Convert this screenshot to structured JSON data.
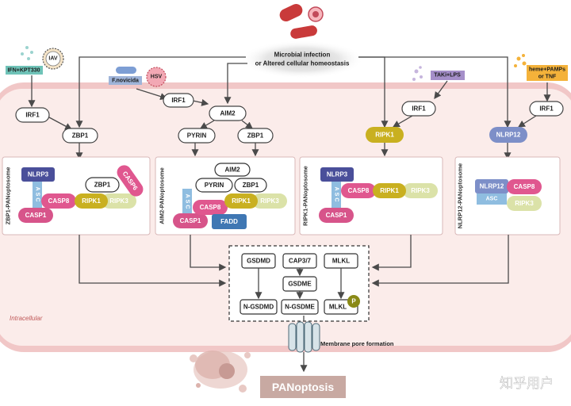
{
  "header": {
    "trigger_line1": "Microbial infection",
    "trigger_line2": "or Altered cellular homeostasis"
  },
  "stimuli": {
    "ifn_kpt330": "IFN+KPT330",
    "iav": "IAV",
    "f_novicida": "F.novicida",
    "hsv": "HSV",
    "tak_lps": "TAKi+LPS",
    "heme_line1": "heme+PAMPs",
    "heme_line2": "or TNF"
  },
  "sensors": {
    "irf1": "IRF1",
    "zbp1": "ZBP1",
    "aim2": "AIM2",
    "pyrin": "PYRIN",
    "ripk1": "RIPK1",
    "nlrp12": "NLRP12"
  },
  "complexes": {
    "zbp1_title": "ZBP1-PANoptosome",
    "aim2_title": "AIM2-PANoptosome",
    "ripk1_title": "RIPK1-PANoptosome",
    "nlrp12_title": "NLRP12-PANoptosome",
    "nlrp3": "NLRP3",
    "asc": "ASC",
    "casp1": "CASP1",
    "casp8": "CASP8",
    "casp6": "CASP6",
    "ripk1": "RIPK1",
    "ripk3": "RIPK3",
    "zbp1": "ZBP1",
    "aim2": "AIM2",
    "pyrin": "PYRIN",
    "fadd": "FADD",
    "nlrp12": "NLRP12"
  },
  "executors": {
    "gsdmd": "GSDMD",
    "cap37": "CAP3/7",
    "mlkl": "MLKL",
    "gsdme": "GSDME",
    "n_gsdmd": "N-GSDMD",
    "n_gsdme": "N-GSDME",
    "mlkl_p": "MLKL",
    "p": "P"
  },
  "labels": {
    "intracellular": "Intracellular",
    "membrane_pore": "Membrane pore formation",
    "outcome": "PANoptosis",
    "watermark": "知乎用户"
  },
  "colors": {
    "nlrp3": "#4a4f9a",
    "asc": "#8fbde0",
    "casp1": "#d7548a",
    "casp8": "#e0578f",
    "ripk1": "#c9b020",
    "ripk3": "#dbe2a8",
    "fadd": "#3f77b3",
    "nlrp12": "#7d8fc8",
    "outcome": "#c8a9a2",
    "membrane": "#f1c7c7"
  }
}
